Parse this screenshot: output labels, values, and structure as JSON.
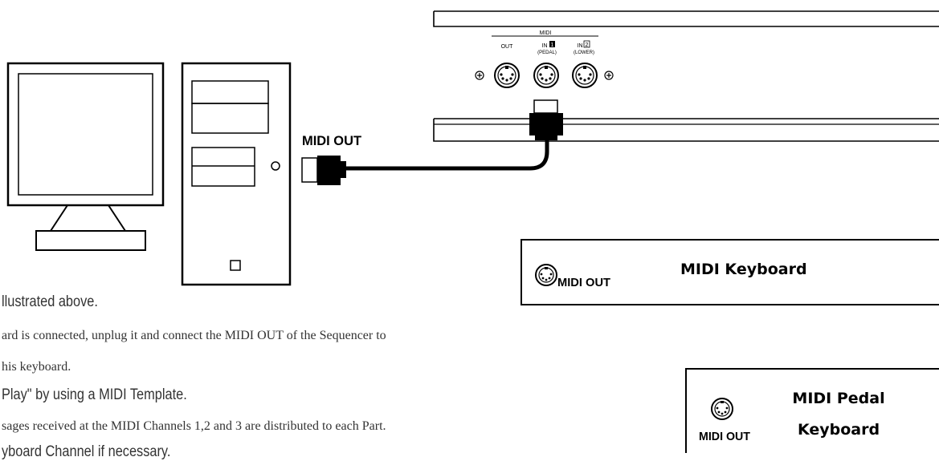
{
  "organ_panel": {
    "group_label": "MIDI",
    "port_out_label": "OUT",
    "port_in1_label": "IN",
    "port_in1_number": "1",
    "port_in1_sub": "(PEDAL)",
    "port_in2_label": "IN",
    "port_in2_number": "2",
    "port_in2_sub": "(LOWER)"
  },
  "computer": {
    "midi_out_label": "MIDI OUT"
  },
  "midi_keyboard": {
    "port_label": "MIDI OUT",
    "name": "MIDI Keyboard"
  },
  "midi_pedal_keyboard": {
    "port_label": "MIDI OUT",
    "name_line1": "MIDI Pedal",
    "name_line2": "Keyboard"
  },
  "instructions": {
    "line1": "llustrated above.",
    "line2": "ard is connected, unplug it and connect the MIDI OUT of the Sequencer to",
    "line3": "his keyboard.",
    "line4": "Play\" by using a MIDI Template.",
    "line5": "sages received at the MIDI Channels 1,2 and 3 are distributed to each Part.",
    "line6": "yboard Channel if necessary."
  }
}
